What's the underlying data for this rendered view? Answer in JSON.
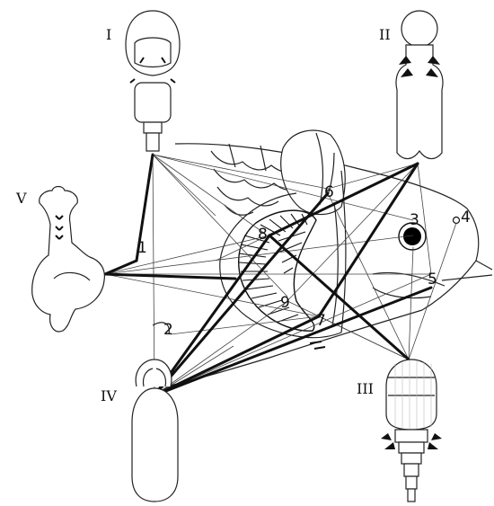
{
  "copepod_labels": [
    "I",
    "II",
    "III",
    "IV",
    "V"
  ],
  "site_labels": [
    "1",
    "2",
    "3",
    "4",
    "5",
    "6",
    "7",
    "8",
    "9"
  ],
  "colors": {
    "ink": "#111111",
    "background": "#ffffff"
  }
}
